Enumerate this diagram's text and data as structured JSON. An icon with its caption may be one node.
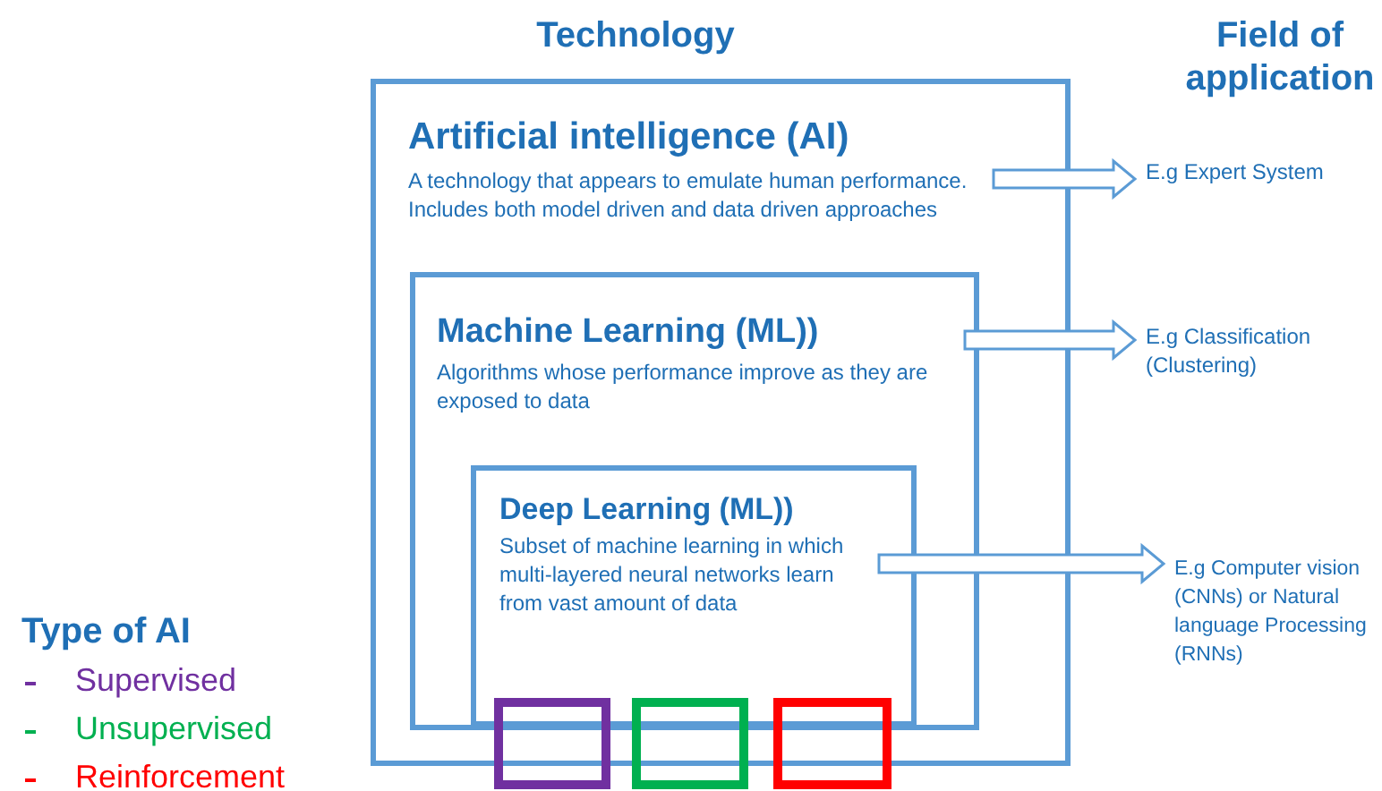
{
  "diagram": {
    "nodes": [
      {
        "text": [
          "Artificial intelligence (AI)",
          "A technology that appears to emulate human performance. Includes both model driven and data driven  approaches"
        ]
      },
      {
        "text": [
          "Machine Learning (ML))",
          "Algorithms whose performance improve as they are exposed to data"
        ],
        "in": 0
      },
      {
        "text": [
          "Deep Learning (ML))",
          "Subset of machine learning in which multi-layered neural networks learn from vast amount of data"
        ],
        "in": 1
      },
      {
        "text": [],
        "shape": "box"
      },
      {
        "text": [],
        "shape": "box"
      },
      {
        "text": [],
        "shape": "box"
      },
      {
        "text": [
          "E.g Expert System"
        ]
      },
      {
        "text": [
          "E.g Classification (Clustering)"
        ]
      },
      {
        "text": [
          "E.g Computer vision (CNNs) or Natural language Processing (RNNs)"
        ]
      }
    ],
    "edges": [
      {
        "from": 0,
        "to": 6,
        "arrow": "to"
      },
      {
        "from": 1,
        "to": 7,
        "arrow": "to"
      },
      {
        "from": 2,
        "to": 8,
        "arrow": "to"
      }
    ],
    "labels": [
      "Technology",
      "Field of application",
      "Type of AI"
    ],
    "legend": [
      {
        "text": "Supervised",
        "color": "#7030a0"
      },
      {
        "text": "Unsupervised",
        "color": "#00b050"
      },
      {
        "text": "Reinforcement",
        "color": "#ff0000"
      }
    ]
  }
}
